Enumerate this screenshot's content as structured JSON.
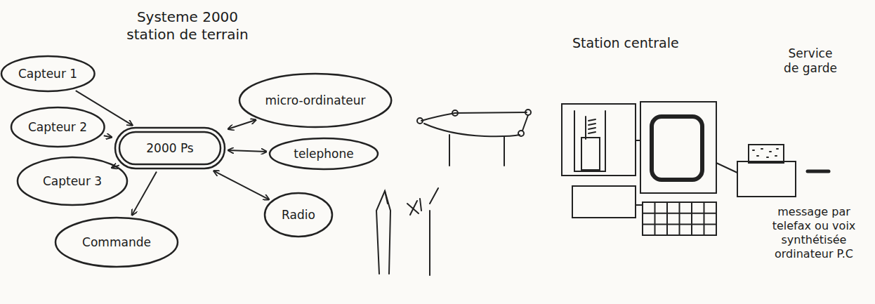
{
  "diagram": {
    "title": "Systeme 2000 station de terrain",
    "nodes": [
      {
        "text": [
          "Capteur 1"
        ]
      },
      {
        "text": [
          "Capteur 2"
        ]
      },
      {
        "text": [
          "Capteur 3"
        ]
      },
      {
        "text": [
          "2000 Ps"
        ]
      },
      {
        "text": [
          "micro-ordinateur"
        ]
      },
      {
        "text": [
          "telephone"
        ]
      },
      {
        "text": [
          "Radio"
        ]
      },
      {
        "text": [
          "Commande"
        ]
      }
    ],
    "edges": [
      {
        "from": 0,
        "to": 3,
        "arrow": "to"
      },
      {
        "from": 1,
        "to": 3,
        "arrow": "to"
      },
      {
        "from": 2,
        "to": 3,
        "arrow": "to"
      },
      {
        "from": 3,
        "to": 4,
        "arrow": "both"
      },
      {
        "from": 3,
        "to": 5,
        "arrow": "both"
      },
      {
        "from": 3,
        "to": 6,
        "arrow": "both"
      },
      {
        "from": 3,
        "to": 7,
        "arrow": "to"
      }
    ],
    "labels": [
      "Station centrale",
      "Service de garde",
      "message par telefax ou voix synthétisée ordinateur P.C"
    ]
  }
}
